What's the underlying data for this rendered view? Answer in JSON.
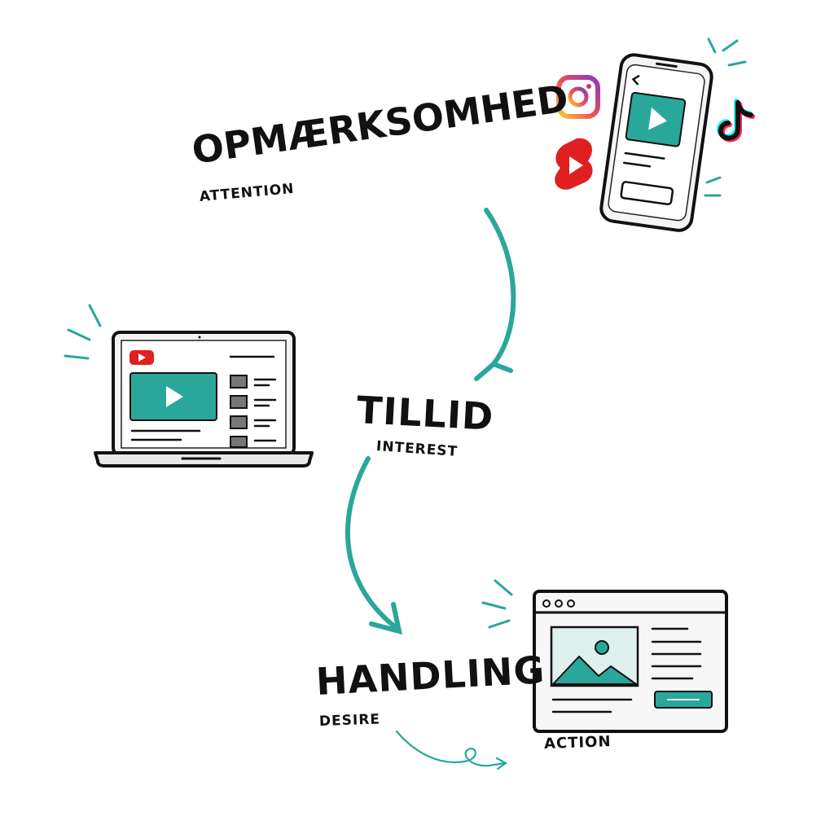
{
  "stages": [
    {
      "title": "Opmærksomhed",
      "subtitle": "ATTENTION"
    },
    {
      "title": "Tillid",
      "subtitle": "INTEREST"
    },
    {
      "title": "Handling",
      "subtitle": "DESIRE"
    }
  ],
  "action_label": "ACTION",
  "platform_icons": [
    "instagram-icon",
    "tiktok-icon",
    "youtube-shorts-icon",
    "youtube-icon"
  ],
  "colors": {
    "teal": "#2aa79b",
    "ink": "#111111",
    "youtube_red": "#e02020",
    "tiktok_cyan": "#25f4ee",
    "tiktok_pink": "#fe2c55"
  }
}
